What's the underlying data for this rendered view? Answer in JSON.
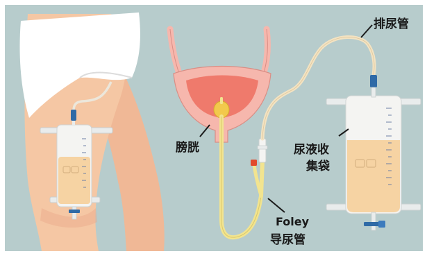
{
  "labels": {
    "drain_tube": "排尿管",
    "bladder": "膀胱",
    "bag_line1": "尿液收",
    "bag_line2": "集袋",
    "foley_line1": "Foley",
    "foley_line2": "导尿管"
  },
  "colors": {
    "background": "#b7cccc",
    "skin": "#f5c7a4",
    "skin_shadow": "#eaa98a",
    "briefs": "#ffffff",
    "bladder_outer": "#f6b7ad",
    "bladder_inner": "#ef7a6c",
    "catheter": "#f2e48f",
    "tube": "#f3e3c2",
    "urine": "#f6d3a3",
    "bag": "#f4f4f2",
    "connector_blue": "#2f6aa6",
    "valve_red": "#e24a2c"
  }
}
